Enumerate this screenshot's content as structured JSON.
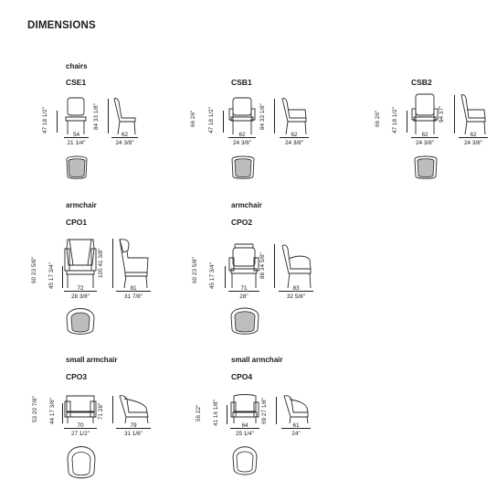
{
  "title": "DIMENSIONS",
  "sections": {
    "chairs": {
      "label": "chairs",
      "items": [
        {
          "code": "CSE1",
          "seat_h": "47",
          "seat_h_in": "18 1/2\"",
          "height": "84",
          "height_in": "33 1/8\"",
          "width": "54",
          "width_in": "21 1/4\"",
          "depth": "62",
          "depth_in": "24 3/8\""
        },
        {
          "code": "CSB1",
          "arm_h": "66",
          "arm_h_in": "26\"",
          "seat_h": "47",
          "seat_h_in": "18 1/2\"",
          "height": "84",
          "height_in": "33 1/8\"",
          "width": "62",
          "width_in": "24 3/8\"",
          "depth": "62",
          "depth_in": "24 3/8\""
        },
        {
          "code": "CSB2",
          "arm_h": "66",
          "arm_h_in": "26\"",
          "seat_h": "47",
          "seat_h_in": "18 1/2\"",
          "height": "94",
          "height_in": "37\"",
          "width": "62",
          "width_in": "24 3/8\"",
          "depth": "62",
          "depth_in": "24 3/8\""
        }
      ]
    },
    "armchair": {
      "label": "armchair",
      "items": [
        {
          "code": "CPO1",
          "arm_h": "60",
          "arm_h_in": "23 5/8\"",
          "seat_h": "45",
          "seat_h_in": "17 3/4\"",
          "height": "105",
          "height_in": "41 3/8\"",
          "width": "72",
          "width_in": "28 3/8\"",
          "depth": "81",
          "depth_in": "31 7/8\""
        },
        {
          "code": "CPO2",
          "arm_h": "60",
          "arm_h_in": "23 5/8\"",
          "seat_h": "45",
          "seat_h_in": "17 3/4\"",
          "height": "88",
          "height_in": "34 5/8\"",
          "width": "71",
          "width_in": "28\"",
          "depth": "83",
          "depth_in": "32 5/8\""
        }
      ]
    },
    "small_armchair": {
      "label": "small armchair",
      "items": [
        {
          "code": "CPO3",
          "arm_h": "53",
          "arm_h_in": "20 7/8\"",
          "seat_h": "44",
          "seat_h_in": "17 3/8\"",
          "height": "71",
          "height_in": "28\"",
          "width": "70",
          "width_in": "27 1/2\"",
          "depth": "79",
          "depth_in": "31 1/8\""
        },
        {
          "code": "CPO4",
          "arm_h": "56",
          "arm_h_in": "22\"",
          "seat_h": "41",
          "seat_h_in": "16 1/8\"",
          "height": "69",
          "height_in": "27 1/8\"",
          "width": "64",
          "width_in": "25 1/4\"",
          "depth": "61",
          "depth_in": "24\""
        }
      ]
    }
  }
}
